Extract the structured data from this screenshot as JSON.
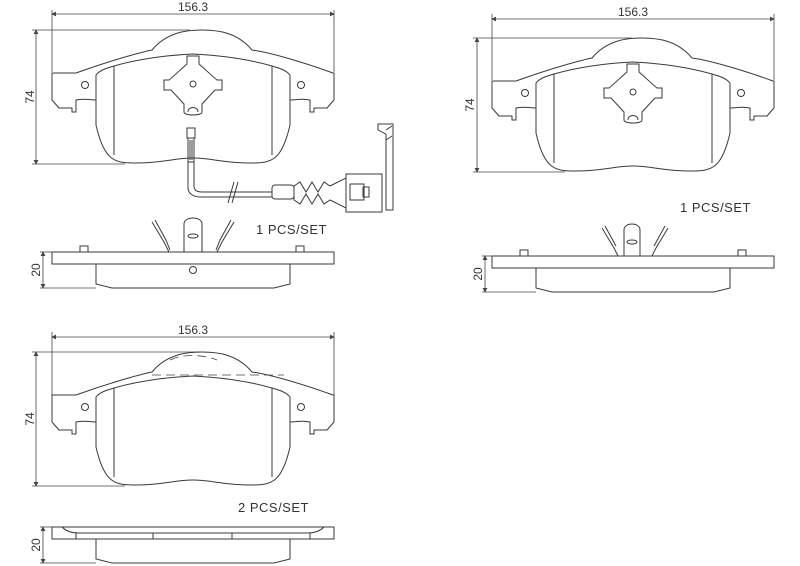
{
  "drawings": [
    {
      "id": "pad-with-sensor",
      "width_label": "156.3",
      "height_label": "74",
      "thickness_label": "20",
      "qty_label": "1  PCS/SET",
      "has_wear_sensor": true
    },
    {
      "id": "pad-top-right",
      "width_label": "156.3",
      "height_label": "74",
      "thickness_label": "20",
      "qty_label": "1  PCS/SET",
      "has_wear_sensor": false
    },
    {
      "id": "pad-bottom-left",
      "width_label": "156.3",
      "height_label": "74",
      "thickness_label": "20",
      "qty_label": "2  PCS/SET",
      "has_wear_sensor": false
    }
  ],
  "colors": {
    "line": "#3a3a3a",
    "background": "#ffffff"
  }
}
